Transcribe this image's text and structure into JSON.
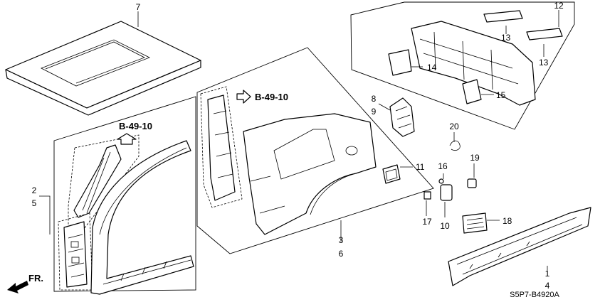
{
  "callouts": {
    "c1": "1",
    "c2": "2",
    "c3": "3",
    "c4": "4",
    "c5": "5",
    "c6": "6",
    "c7": "7",
    "c8": "8",
    "c9": "9",
    "c10": "10",
    "c11": "11",
    "c12": "12",
    "c13a": "13",
    "c13b": "13",
    "c14": "14",
    "c15": "15",
    "c16": "16",
    "c17": "17",
    "c18": "18",
    "c19": "19",
    "c20": "20"
  },
  "references": {
    "front_ref": "B-49-10",
    "rear_ref": "B-49-10"
  },
  "direction_label": "FR.",
  "diagram_code": "S5P7-B4920A"
}
